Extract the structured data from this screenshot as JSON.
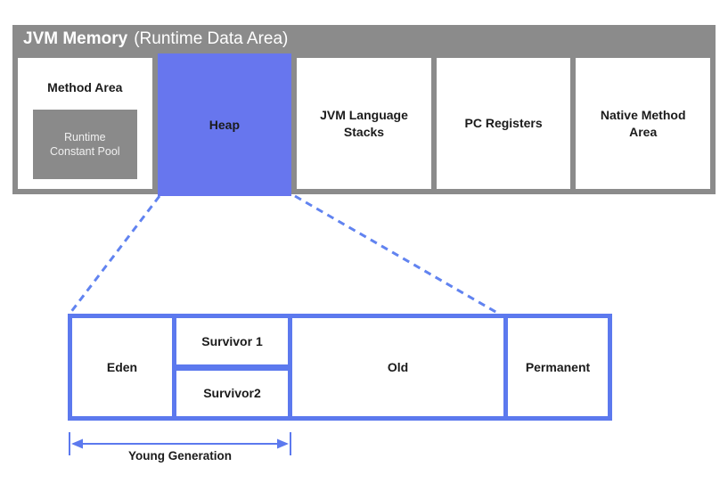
{
  "header": {
    "title": "JVM Memory",
    "subtitle": "(Runtime Data Area)"
  },
  "top_boxes": {
    "method_area": {
      "label": "Method Area",
      "runtime_constant_pool": "Runtime Constant Pool"
    },
    "heap": {
      "label": "Heap"
    },
    "jvm_language_stacks": {
      "label": "JVM Language Stacks"
    },
    "pc_registers": {
      "label": "PC Registers"
    },
    "native_method_area": {
      "label": "Native Method Area"
    }
  },
  "heap_detail": {
    "eden": "Eden",
    "survivor1": "Survivor 1",
    "survivor2": "Survivor2",
    "old": "Old",
    "permanent": "Permanent",
    "young_generation_label": "Young Generation"
  },
  "colors": {
    "container_gray": "#8b8b8b",
    "runtime_constant_pool_gray": "#8a8a8a",
    "heap_blue": "#6776ee",
    "detail_border_blue": "#5c79ee",
    "connector_dash_blue": "#6183f0",
    "header_text": "#ffffff",
    "label_text": "#1b1b1b",
    "background": "#ffffff"
  }
}
